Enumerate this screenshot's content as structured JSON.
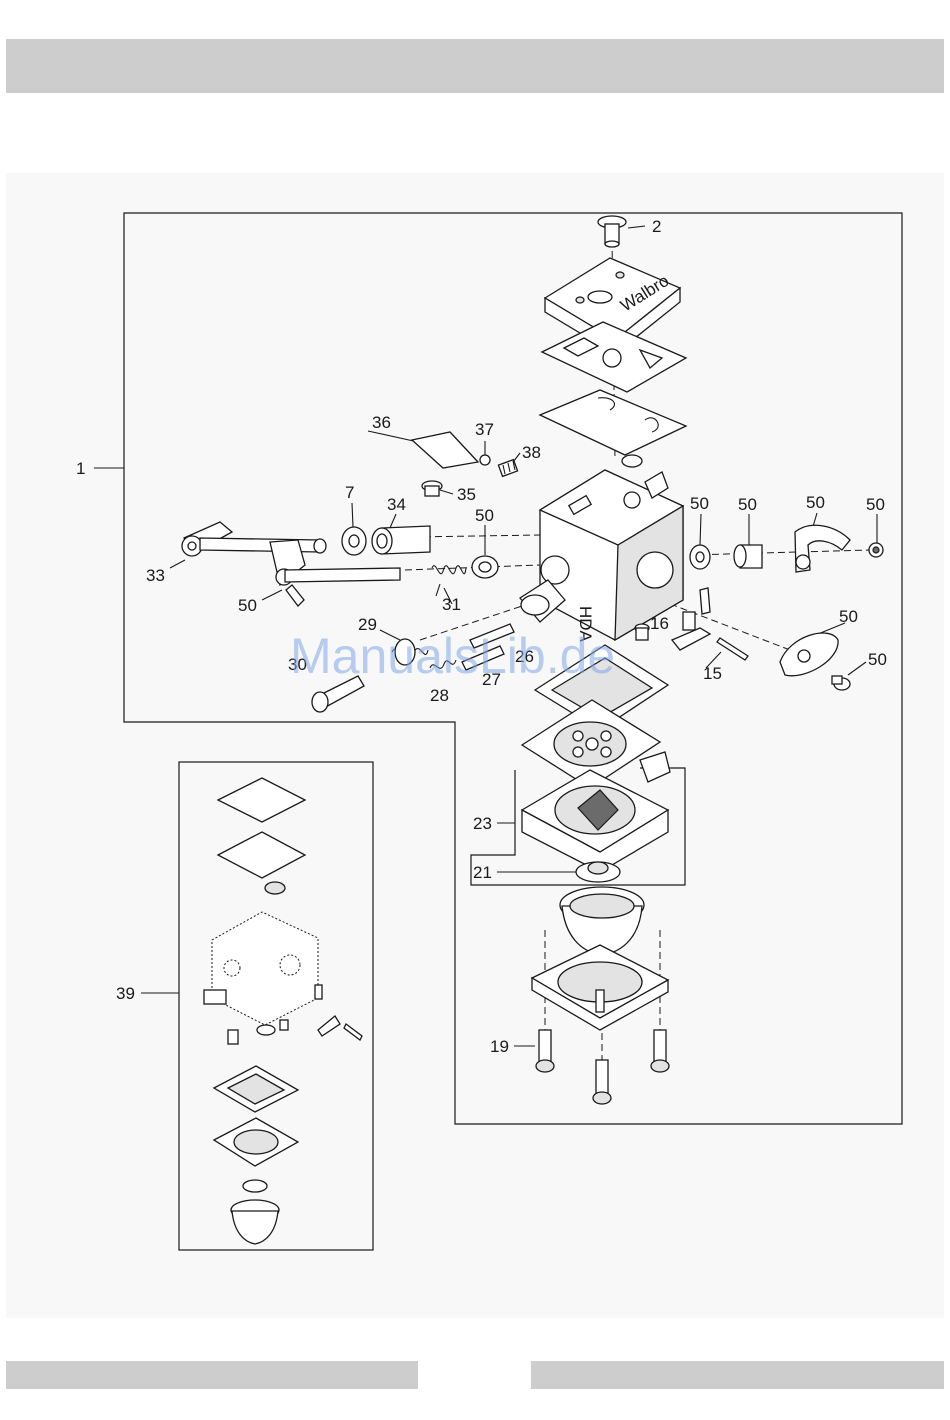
{
  "callouts": {
    "c1": "1",
    "c2": "2",
    "c7": "7",
    "c15": "15",
    "c16": "16",
    "c19": "19",
    "c21": "21",
    "c23": "23",
    "c26": "26",
    "c27": "27",
    "c28": "28",
    "c29": "29",
    "c30": "30",
    "c31": "31",
    "c33": "33",
    "c34": "34",
    "c35": "35",
    "c36": "36",
    "c37": "37",
    "c38": "38",
    "c39": "39",
    "c50_a": "50",
    "c50_b": "50",
    "c50_c": "50",
    "c50_d": "50",
    "c50_e": "50",
    "c50_f": "50",
    "c50_g": "50",
    "c50_h": "50"
  },
  "cover_brand": "Walbro",
  "body_marking": "HDA",
  "watermark": "ManualsLib.de",
  "colors": {
    "bars": "#cdcdcd",
    "panel": "#f8f8f8",
    "ink": "#1a1a1a",
    "watermark": "#7fa6e6"
  }
}
